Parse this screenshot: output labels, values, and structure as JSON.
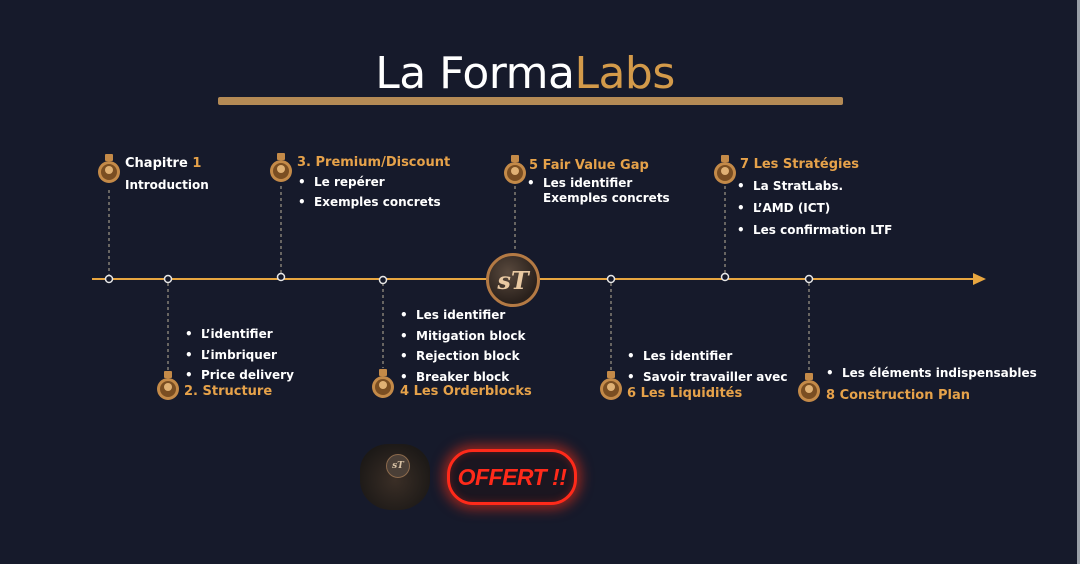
{
  "title": {
    "part1": "La Forma",
    "part2": "Labs"
  },
  "logo_text": "sT",
  "offer_label": "OFFERT !!",
  "colors": {
    "background": "#161a2b",
    "accent": "#e6a24a",
    "axis": "#e8a640",
    "offer": "#ff2a1a"
  },
  "chapters": {
    "c1": {
      "label": "Chapitre ",
      "num": "1",
      "subtitle": "Introduction"
    },
    "c2": {
      "label": "2. Structure",
      "bullets": [
        "L’identifier",
        "L’imbriquer",
        "Price delivery"
      ]
    },
    "c3": {
      "label": "3. Premium/Discount",
      "bullets": [
        "Le repérer",
        "Exemples concrets"
      ]
    },
    "c4": {
      "label": "4 Les Orderblocks",
      "bullets": [
        "Les identifier",
        "Mitigation block",
        "Rejection block",
        "Breaker block"
      ]
    },
    "c5": {
      "label": "5 Fair Value Gap",
      "bullets": [
        "Les identifier"
      ],
      "extra": "Exemples concrets"
    },
    "c6": {
      "label": "6 Les Liquidités",
      "bullets": [
        "Les identifier",
        "Savoir travailler avec"
      ]
    },
    "c7": {
      "label": "7 Les Stratégies",
      "bullets": [
        "La StratLabs.",
        "L’AMD (ICT)",
        "Les confirmation LTF"
      ]
    },
    "c8": {
      "label": "8 Construction Plan",
      "bullets": [
        "Les éléments indispensables"
      ]
    }
  },
  "icons": {
    "chapter_badge": "flask-badge-icon",
    "timeline_logo": "st-logo-icon",
    "lion": "lion-icon"
  }
}
